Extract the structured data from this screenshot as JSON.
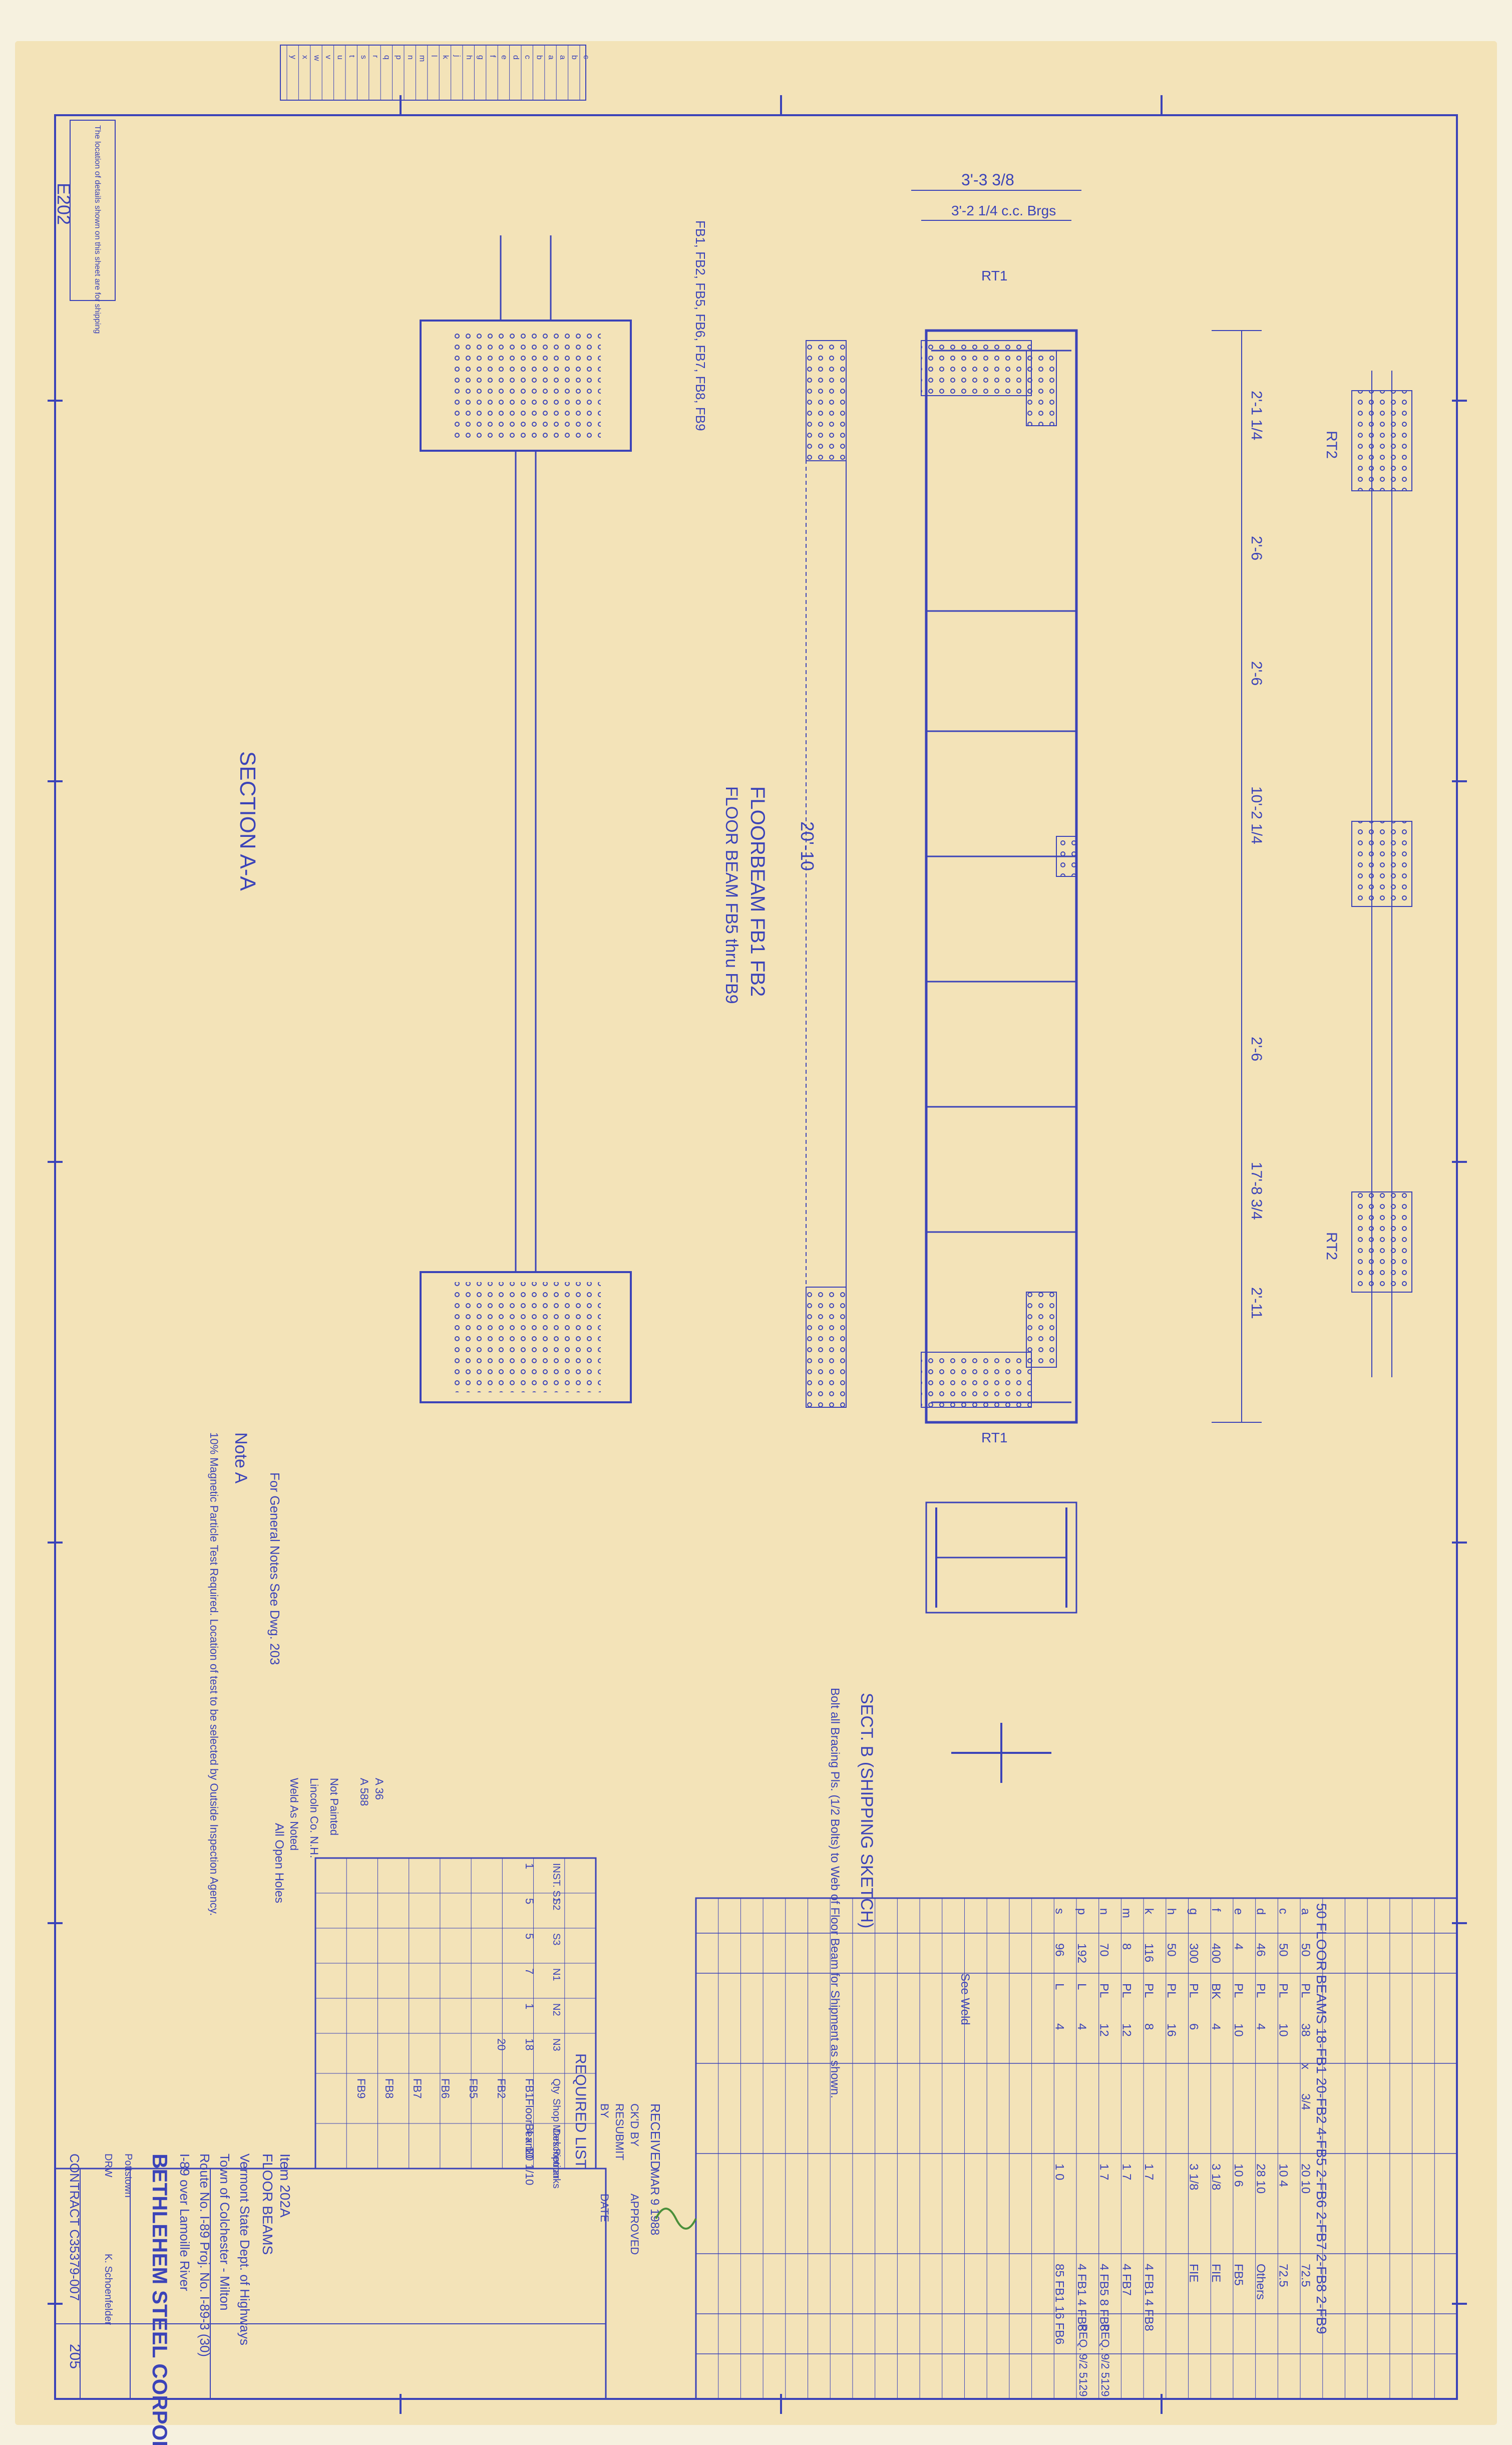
{
  "sheet_tag": "E202",
  "corner_note": "The location of details shown on this sheet are for shipping",
  "headers": {
    "drawing_title_top": "FLOORBEAM FB1 FB2",
    "drawing_title_bottom": "FLOOR BEAM FB5 thru FB9",
    "section_aa": "SECTION A-A",
    "section_b": "SECT. B (SHIPPING SKETCH)"
  },
  "dimensions": {
    "overall": "20'-10",
    "top_1": "3'-3 3/8",
    "top_2": "3'-2 1/4 c.c. Brgs",
    "panel_1": "2'-1 1/4",
    "panel_2": "2'-6",
    "panel_3": "2'-6",
    "panel_4": "10'-2 1/4",
    "panel_5": "2'-6",
    "panel_6": "17'-8 3/4",
    "panel_7": "2'-11",
    "end_1": "RT1",
    "end_2": "RT1"
  },
  "labels": {
    "rt2_left": "RT2",
    "rt2_right": "RT2",
    "bolt_note": "Bolt all Bracing Pls. (1/2 Bolts) to Web of Floor Beam for Shipment as shown.",
    "note_a_title": "Note A",
    "note_a_text": "10% Magnetic Particle Test Required. Location of test to be selected by Outside Inspection Agency.",
    "general_note": "For General Notes See Dwg. 203",
    "see_weld": "See Weld",
    "open_holes": "All Open Holes",
    "fb_list": "FB1, FB2, FB5, FB6, FB7, FB8, FB9"
  },
  "stamp": {
    "received": "RECEIVED",
    "date": "MAR 9 1988",
    "ckd": "CK'D BY",
    "approved": "APPROVED",
    "resubmit": "RESUBMIT",
    "by": "BY",
    "dated": "DATE"
  },
  "required_list": {
    "title": "REQUIRED LIST",
    "headers": [
      "INST. S1",
      "S2",
      "S3",
      "N1",
      "N2",
      "N3",
      "Qty",
      "Shop Mark",
      "Description",
      "Remarks"
    ],
    "rows": [
      [
        "1",
        "5",
        "5",
        "7",
        "1",
        "18",
        "FB1",
        "FloorBeam",
        "4 x 10",
        "20 1/10"
      ],
      [
        "",
        "",
        "",
        "",
        "",
        "20",
        "FB2",
        "",
        "",
        ""
      ],
      [
        "",
        "",
        "",
        "",
        "",
        "",
        "FB5",
        "",
        "",
        ""
      ],
      [
        "",
        "",
        "",
        "",
        "",
        "",
        "FB6",
        "",
        "",
        ""
      ],
      [
        "",
        "",
        "",
        "",
        "",
        "",
        "FB7",
        "",
        "",
        ""
      ],
      [
        "",
        "",
        "",
        "",
        "",
        "",
        "FB8",
        "",
        "",
        ""
      ],
      [
        "",
        "",
        "",
        "",
        "",
        "",
        "FB9",
        "",
        "",
        ""
      ]
    ]
  },
  "bill": {
    "title": "50 FLOOR BEAMS 18-FB1 20-FB2 4-FB5 2-FB6 2-FB7 2-FB8 2-FB9",
    "rows": [
      [
        "a",
        "50",
        "PL",
        "38",
        "x",
        "3/4",
        "20 10",
        "72.5"
      ],
      [
        "c",
        "50",
        "PL",
        "10",
        "",
        "",
        "10 4",
        "72.5"
      ],
      [
        "d",
        "46",
        "PL",
        "4",
        "",
        "",
        "28 10",
        "Others"
      ],
      [
        "e",
        "4",
        "PL",
        "10",
        "",
        "",
        "10 6",
        "FB5"
      ],
      [
        "f",
        "400",
        "BK",
        "4",
        "",
        "",
        "3 1/8",
        "FIE"
      ],
      [
        "g",
        "300",
        "PL",
        "6",
        "",
        "",
        "3 1/8",
        "FIE"
      ],
      [
        "h",
        "50",
        "PL",
        "16",
        "",
        "",
        "",
        ""
      ],
      [
        "k",
        "116",
        "PL",
        "8",
        "",
        "",
        "1 7",
        "4 FB1 4 FB8"
      ],
      [
        "m",
        "8",
        "PL",
        "12",
        "",
        "",
        "1 7",
        "4 FB7"
      ],
      [
        "n",
        "70",
        "PL",
        "12",
        "",
        "",
        "1 7",
        "4 FB5 8 FB8"
      ],
      [
        "p",
        "192",
        "L",
        "4",
        "",
        "",
        "",
        "4 FB1 4 FB8"
      ],
      [
        "s",
        "96",
        "L",
        "4",
        "",
        "",
        "1 0",
        "85 FB1 16 FB6"
      ]
    ],
    "remarks": [
      "REQ. 9/2 5129",
      "REQ. 9/2 5129"
    ]
  },
  "title_block": {
    "company": "BETHLEHEM STEEL CORPORATION",
    "customer": "Vermont State Dept. of Highways",
    "location": "Town of Colchester - Milton",
    "route": "Route No. I-89 Proj. No. I-89-3 (30)",
    "bridge": "I-89 over Lamoille River",
    "item": "Item 202A",
    "description": "FLOOR BEAMS",
    "contract": "CONTRACT C35379-007",
    "drawing_no": "205",
    "made_by": "DRW",
    "checked_by": "K. Schoenfelder",
    "shop": "Pottstown",
    "material_1": "A 36",
    "material_2": "A 588",
    "paint": "Not Painted",
    "weld": "Weld As Noted",
    "lincoln": "Lincoln Co. N.H."
  },
  "grid": {
    "top_letters": [
      "y",
      "x",
      "w",
      "v",
      "u",
      "t",
      "s",
      "r",
      "q",
      "p",
      "n",
      "m",
      "l",
      "k",
      "j",
      "h",
      "g",
      "f",
      "e",
      "d",
      "c",
      "b",
      "a",
      "a",
      "b",
      "c"
    ]
  },
  "colors": {
    "ink": "#3b43b8",
    "paper": "#f3e3b8",
    "highlight": "#4a8f3a"
  }
}
